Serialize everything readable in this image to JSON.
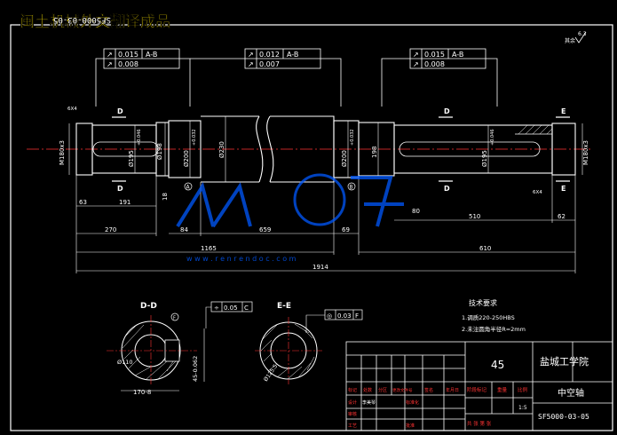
{
  "watermark_top": "闽土机械外文翻译成品",
  "drawing_code_top": "SF5000-03-05",
  "roughness_note": "其余",
  "roughness_value": "6.3",
  "tolerance_frames": [
    {
      "sym": "↗",
      "val1": "0.015",
      "datum": "A-B",
      "val2": "0.008"
    },
    {
      "sym": "↗",
      "val1": "0.012",
      "datum": "A-B",
      "val2": "0.007"
    },
    {
      "sym": "↗",
      "val1": "0.015",
      "datum": "A-B",
      "val2": "0.008"
    }
  ],
  "section_marks": {
    "d": "D",
    "e": "E",
    "a": "A",
    "b": "B",
    "f": "F"
  },
  "diameters": {
    "left_thread": "M180x3",
    "left_journal": "Ø195",
    "left_collar": "Ø198",
    "left_bearing": "Ø200",
    "center": "Ø230",
    "right_bearing": "Ø200",
    "right_collar": "198",
    "right_journal": "Ø195",
    "right_thread": "M180x3"
  },
  "tol_small": [
    "+0.046",
    "+0.032"
  ],
  "chamfers": {
    "left": "6X4",
    "right": "6X4"
  },
  "dims": {
    "d63": "63",
    "d191": "191",
    "d18": "18",
    "d270": "270",
    "d84": "84",
    "d659": "659",
    "d69": "69",
    "d80": "80",
    "d510": "510",
    "d62": "62",
    "d1165": "1165",
    "d610": "610",
    "d1914": "1914"
  },
  "site_watermark": "w w w . r e n r e n d o c . c o m",
  "section_dd": {
    "title": "D-D",
    "dia": "Ø110",
    "width": "170-8",
    "depth": "45-0.062"
  },
  "section_ee": {
    "title": "E-E",
    "dia": "Ø125.5"
  },
  "sec_tol_dd": {
    "sym": "÷",
    "val": "0.05",
    "datum": "C"
  },
  "sec_tol_ee": {
    "sym": "◎",
    "val": "0.03",
    "datum": "F"
  },
  "tech_req": {
    "title": "技术要求",
    "line1": "1.调质220-250HBS",
    "line2": "2.未注圆角半径R=2mm"
  },
  "title_block": {
    "material": "45",
    "school": "盐城工学院",
    "part_name": "中空轴",
    "drawing_no": "SF5000-03-05",
    "label_stage": "阶段标记",
    "label_weight": "重量",
    "label_scale": "比例",
    "label_sheets": "共   张   第   张",
    "scale_value": "1:5",
    "row_labels": [
      "标记",
      "处数",
      "分区",
      "更改文件号",
      "签名",
      "年月日"
    ],
    "role_design": "设计",
    "role_audit": "审核",
    "role_process": "工艺",
    "role_std": "标准化",
    "role_approve": "批准",
    "designer": "李美琴"
  },
  "colors": {
    "outline": "#ffffff",
    "dim": "#33cc33",
    "center": "#ff3333",
    "note": "#ffff33",
    "watermark": "#0059ff",
    "hatch": "#ffffff"
  }
}
